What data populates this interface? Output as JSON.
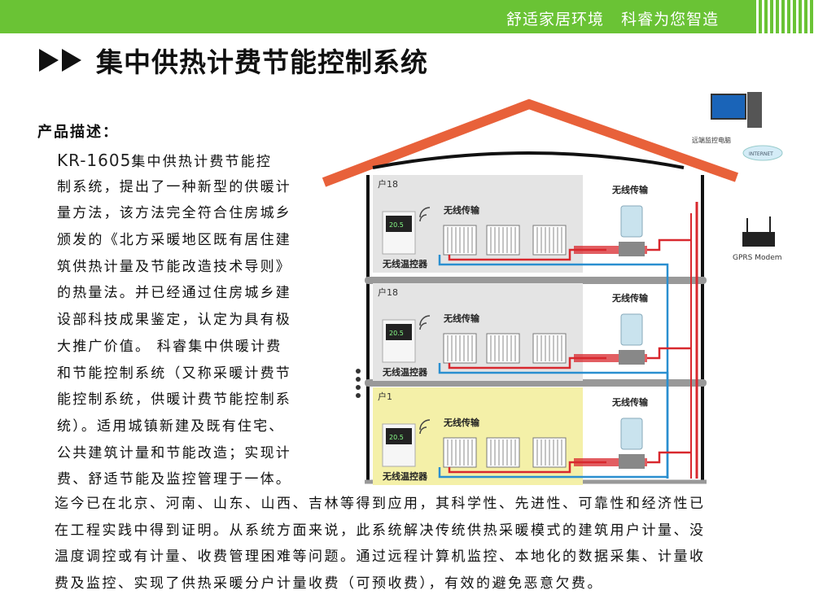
{
  "header": {
    "slogan": "舒适家居环境   科睿为您智造"
  },
  "title": "集中供热计费节能控制系统",
  "description": {
    "heading": "产品描述：",
    "model": "KR-1605",
    "left_lines": [
      "集中供热计费节能控",
      "制系统，提出了一种新型的供暖计",
      "量方法，该方法完全符合住房城乡",
      "颁发的《北方采暖地区既有居住建",
      "筑供热计量及节能改造技术导则》",
      "的热量法。并已经通过住房城乡建",
      "设部科技成果鉴定，认定为具有极",
      "大推广价值。  科睿集中供暖计费",
      "和节能控制系统（又称采暖计费节",
      "能控制系统，供暖计费节能控制系",
      "统）。适用城镇新建及既有住宅、",
      "公共建筑计量和节能改造；实现计",
      "费、舒适节能及监控管理于一体。"
    ],
    "bottom_lines": [
      "迄今已在北京、河南、山东、山西、吉林等得到应用，其科学性、先进性、可靠性和经济性已",
      "在工程实践中得到证明。从系统方面来说，此系统解决传统供热采暖模式的建筑用户计量、没",
      "温度调控或有计量、收费管理困难等问题。通过远程计算机监控、本地化的数据采集、计量收",
      "费及监控、实现了供热采暖分户计量收费（可预收费），有效的避免恶意欠费。"
    ]
  },
  "diagram": {
    "floors": [
      {
        "unit": "户18",
        "highlight": false
      },
      {
        "unit": "户18",
        "highlight": false
      },
      {
        "unit": "户1",
        "highlight": true
      }
    ],
    "thermostat_label": "无线温控器",
    "wireless_label": "无线传输",
    "thermostat_display": "20.5",
    "remote_pc_label": "远端监控电脑",
    "internet_label": "INTERNET",
    "modem_label": "GPRS Modem",
    "colors": {
      "roof": "#e8613a",
      "hot": "#d8282e",
      "cold": "#2a8fd0",
      "panel": "#e4e4e4",
      "panel_highlight": "#f4f0a8"
    }
  }
}
